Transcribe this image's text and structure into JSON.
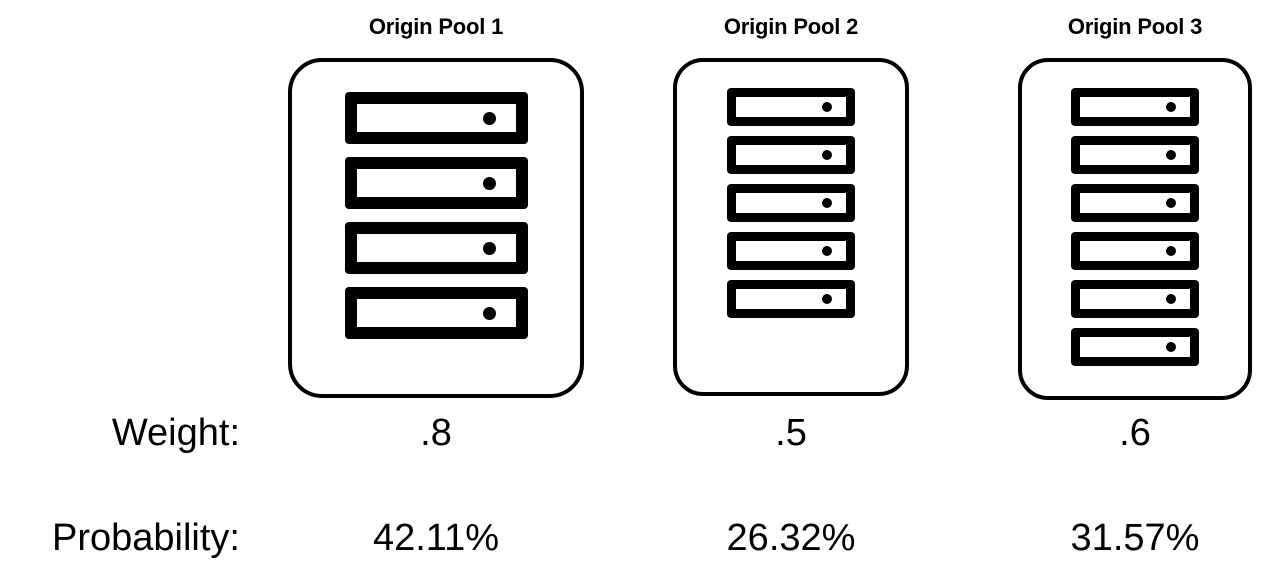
{
  "diagram": {
    "title_row": {
      "pools": [
        {
          "name": "Origin Pool 1",
          "servers": 4,
          "weight": ".8",
          "probability": "42.11%"
        },
        {
          "name": "Origin Pool 2",
          "servers": 5,
          "weight": ".5",
          "probability": "26.32%"
        },
        {
          "name": "Origin Pool 3",
          "servers": 6,
          "weight": ".6",
          "probability": "31.57%"
        }
      ]
    },
    "labels": {
      "weight": "Weight:",
      "probability": "Probability:"
    },
    "colors": {
      "stroke": "#000000",
      "background": "#ffffff"
    },
    "icons": {
      "server_unit": "server-icon",
      "server_led": "status-led-icon"
    }
  }
}
